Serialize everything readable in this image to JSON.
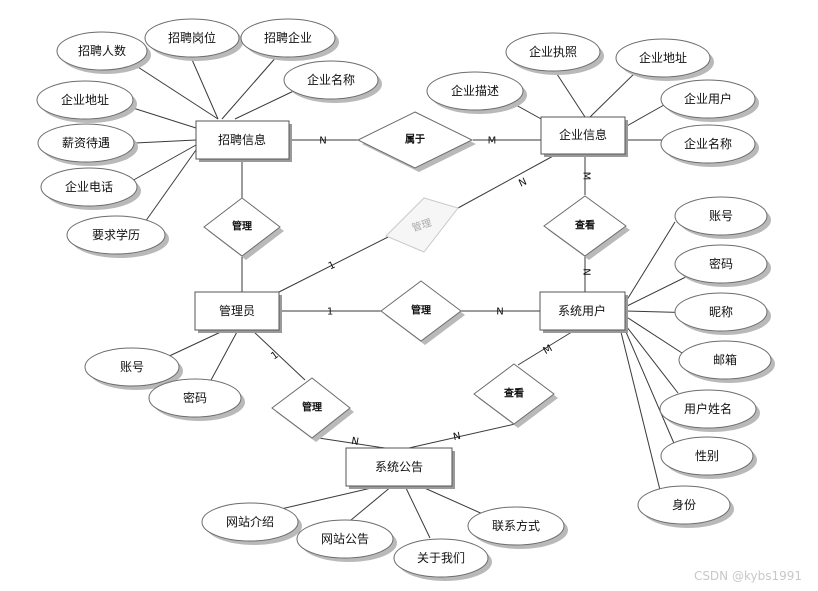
{
  "entities": {
    "recruit_info": "招聘信息",
    "company_info": "企业信息",
    "admin": "管理员",
    "system_user": "系统用户",
    "announcement": "系统公告"
  },
  "relationships": {
    "belongs": "属于",
    "manage_recruit": "管理",
    "manage_company": "管理",
    "view_company": "查看",
    "manage_user": "管理",
    "manage_announcement": "管理",
    "view_announcement": "查看"
  },
  "attributes": {
    "recruit_count": "招聘人数",
    "recruit_post": "招聘岗位",
    "recruit_company": "招聘企业",
    "recruit_company_name": "企业名称",
    "recruit_address": "企业地址",
    "salary": "薪资待遇",
    "recruit_phone": "企业电话",
    "education": "要求学历",
    "company_license": "企业执照",
    "company_address": "企业地址",
    "company_desc": "企业描述",
    "company_user": "企业用户",
    "company_name": "企业名称",
    "admin_account": "账号",
    "admin_password": "密码",
    "user_account": "账号",
    "user_password": "密码",
    "user_nickname": "昵称",
    "user_email": "邮箱",
    "user_realname": "用户姓名",
    "user_gender": "性别",
    "user_identity": "身份",
    "site_intro": "网站介绍",
    "site_notice": "网站公告",
    "about_us": "关于我们",
    "contact": "联系方式"
  },
  "cardinalities": {
    "recruit_belongs": "N",
    "company_belongs": "M",
    "admin_company": "1",
    "company_admin": "N",
    "company_view": "M",
    "user_view": "N",
    "admin_user": "1",
    "user_admin": "N",
    "admin_announce": "1",
    "announce_admin": "N",
    "user_announce": "M",
    "announce_user": "N"
  },
  "watermark": "CSDN @kybs1991"
}
